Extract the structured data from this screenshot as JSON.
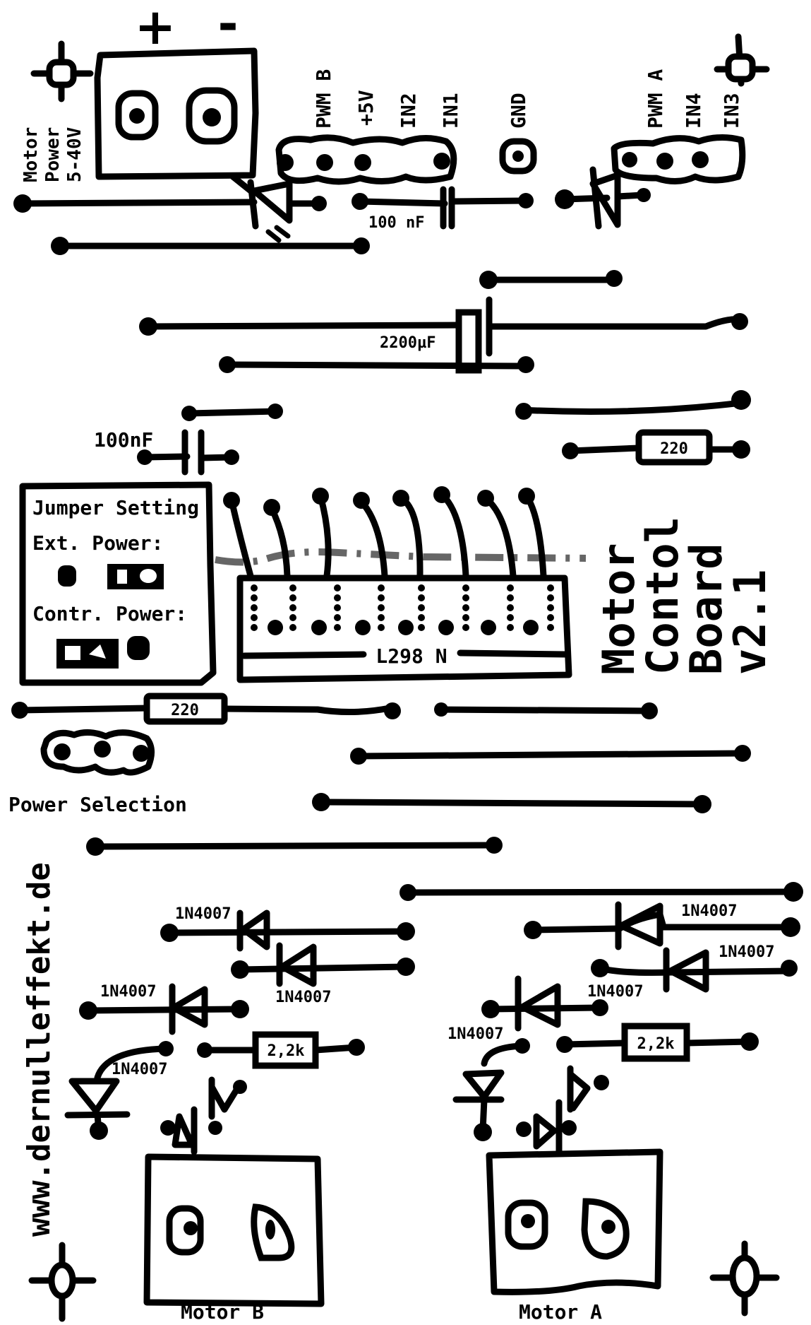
{
  "board": {
    "title_lines": [
      "Motor",
      "Contol",
      "Board",
      "v2.1"
    ],
    "website": "www.dernulleffekt.de",
    "ink_color": "#000000",
    "cut_line_color": "#666666"
  },
  "power_input": {
    "plus": "+",
    "minus": "-",
    "label_lines": [
      "Motor",
      "Power",
      "5-40V"
    ]
  },
  "header_b": {
    "pins": [
      "PWM B",
      "+5V",
      "IN2",
      "IN1"
    ]
  },
  "gnd_pad": {
    "label": "GND"
  },
  "header_a": {
    "pins": [
      "PWM A",
      "IN4",
      "IN3"
    ]
  },
  "components": {
    "cap_top": "100 nF",
    "cap_electrolytic": "2200µF",
    "cap_left": "100nF",
    "resistor_right": "220",
    "resistor_left": "220",
    "ic": "L298 N",
    "resistor_b": "2,2k",
    "resistor_a": "2,2k"
  },
  "jumper_setting": {
    "heading": "Jumper Setting",
    "ext_power": "Ext. Power:",
    "contr_power": "Contr. Power:"
  },
  "power_selection": {
    "label": "Power Selection"
  },
  "diodes_b": [
    "1N4007",
    "1N4007",
    "1N4007",
    "1N4007"
  ],
  "diodes_a": [
    "1N4007",
    "1N4007",
    "1N4007",
    "1N4007"
  ],
  "motor_b": {
    "label": "Motor B"
  },
  "motor_a": {
    "label": "Motor A"
  }
}
